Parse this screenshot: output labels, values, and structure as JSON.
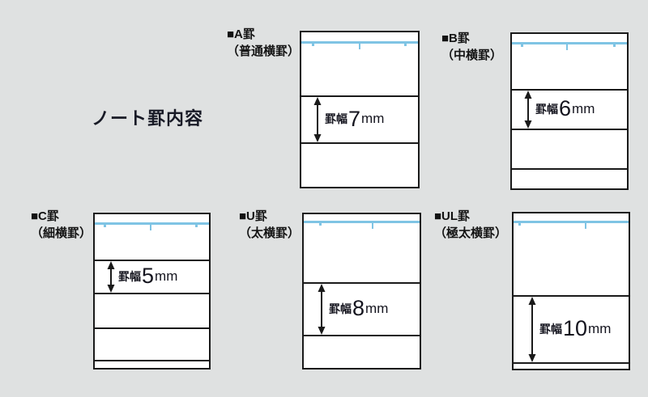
{
  "header": {
    "title": "ノート罫内容"
  },
  "colors": {
    "background": "#dfe1e1",
    "paper": "#ffffff",
    "rule_line_black": "#1a1a1a",
    "title_rule_blue": "#7fc4e4",
    "text_dark": "#14141e"
  },
  "panels": [
    {
      "id": "a",
      "title": "■A罫",
      "subtitle": "（普通横罫）",
      "rule_width_label": "罫幅",
      "rule_width_value": "7",
      "rule_width_unit": "mm"
    },
    {
      "id": "b",
      "title": "■B罫",
      "subtitle": "（中横罫）",
      "rule_width_label": "罫幅",
      "rule_width_value": "6",
      "rule_width_unit": "mm"
    },
    {
      "id": "c",
      "title": "■C罫",
      "subtitle": "（細横罫）",
      "rule_width_label": "罫幅",
      "rule_width_value": "5",
      "rule_width_unit": "mm"
    },
    {
      "id": "u",
      "title": "■U罫",
      "subtitle": "（太横罫）",
      "rule_width_label": "罫幅",
      "rule_width_value": "8",
      "rule_width_unit": "mm"
    },
    {
      "id": "ul",
      "title": "■UL罫",
      "subtitle": "（極太横罫）",
      "rule_width_label": "罫幅",
      "rule_width_value": "10",
      "rule_width_unit": "mm"
    }
  ]
}
